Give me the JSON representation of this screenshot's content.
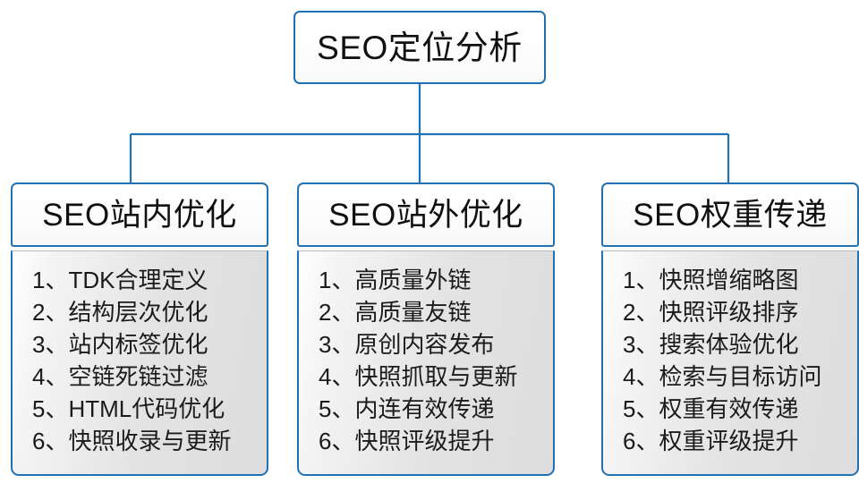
{
  "diagram": {
    "type": "hierarchy-tree",
    "root": {
      "label": "SEO定位分析"
    },
    "connector_color": "#2171b5",
    "header_border_color": "#2171b5",
    "body_border_color": "#2171b5",
    "branches": [
      {
        "title": "SEO站内优化",
        "items": [
          {
            "num": "1、",
            "text": "TDK合理定义"
          },
          {
            "num": "2、",
            "text": "结构层次优化"
          },
          {
            "num": "3、",
            "text": "站内标签优化"
          },
          {
            "num": "4、",
            "text": "空链死链过滤"
          },
          {
            "num": "5、",
            "text": "HTML代码优化"
          },
          {
            "num": "6、",
            "text": "快照收录与更新"
          }
        ]
      },
      {
        "title": "SEO站外优化",
        "items": [
          {
            "num": "1、",
            "text": "高质量外链"
          },
          {
            "num": "2、",
            "text": "高质量友链"
          },
          {
            "num": "3、",
            "text": "原创内容发布"
          },
          {
            "num": "4、",
            "text": "快照抓取与更新"
          },
          {
            "num": "5、",
            "text": "内连有效传递"
          },
          {
            "num": "6、",
            "text": "快照评级提升"
          }
        ]
      },
      {
        "title": "SEO权重传递",
        "items": [
          {
            "num": "1、",
            "text": "快照增缩略图"
          },
          {
            "num": "2、",
            "text": "快照评级排序"
          },
          {
            "num": "3、",
            "text": "搜索体验优化"
          },
          {
            "num": "4、",
            "text": "检索与目标访问"
          },
          {
            "num": "5、",
            "text": "权重有效传递"
          },
          {
            "num": "6、",
            "text": "权重评级提升"
          }
        ]
      }
    ]
  }
}
